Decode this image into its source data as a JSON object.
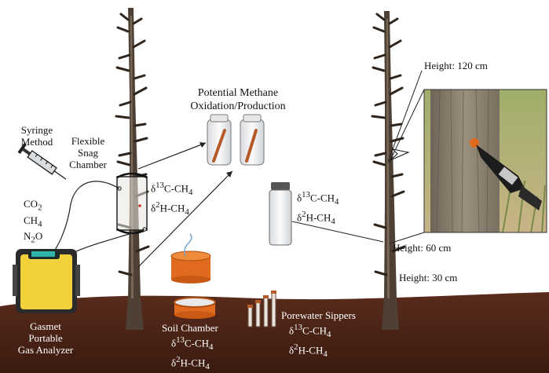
{
  "labels": {
    "syringe_method": [
      "Syringe",
      "Method"
    ],
    "flexible_snag_chamber": [
      "Flexible",
      "Snag",
      "Chamber"
    ],
    "potential_methane": [
      "Potential Methane",
      "Oxidation/Production"
    ],
    "height_120": "Height: 120 cm",
    "height_60": "Height: 60 cm",
    "height_30": "Height: 30 cm",
    "soil_chamber": "Soil Chamber",
    "porewater_sippers": "Porewater Sippers",
    "gasmet": [
      "Gasmet",
      "Portable",
      "Gas Analyzer"
    ]
  },
  "gases": {
    "co2": [
      "CO",
      "2"
    ],
    "ch4": [
      "CH",
      "4"
    ],
    "n2o": [
      "N",
      "2",
      "O"
    ]
  },
  "isotopes": {
    "d13c_ch4": {
      "delta": "δ",
      "mass": "13",
      "rest": "C-CH",
      "sub": "4"
    },
    "d2h_ch4": {
      "delta": "δ",
      "mass": "2",
      "rest": "H-CH",
      "sub": "4"
    }
  },
  "colors": {
    "soil": "#4a2216",
    "snag_bark": "#5b4a3c",
    "orange_chamber": "#e06a1e",
    "analyzer_body": "#f2d23a",
    "photo_wood": "#8d8170",
    "vial_glass": "#eef0f2"
  }
}
